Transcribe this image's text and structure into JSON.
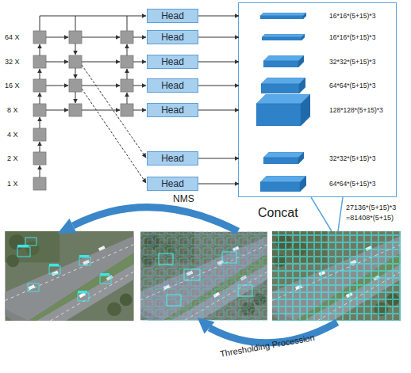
{
  "diagram": {
    "nodes": [
      {
        "text": [
          "Head"
        ]
      },
      {
        "text": [
          "Head"
        ]
      },
      {
        "text": [
          "Head"
        ]
      },
      {
        "text": [
          "Head"
        ]
      },
      {
        "text": [
          "Head"
        ]
      },
      {
        "text": [
          "Head"
        ]
      },
      {
        "text": [
          "Head"
        ]
      },
      {
        "text": [
          "Concat"
        ]
      },
      {
        "text": [
          "16*16*(5+15)*3"
        ],
        "in": 7
      },
      {
        "text": [
          "16*16*(5+15)*3"
        ],
        "in": 7
      },
      {
        "text": [
          "32*32*(5+15)*3"
        ],
        "in": 7
      },
      {
        "text": [
          "64*64*(5+15)*3"
        ],
        "in": 7
      },
      {
        "text": [
          "128*128*(5+15)*3"
        ],
        "in": 7
      },
      {
        "text": [
          "32*32*(5+15)*3"
        ],
        "in": 7
      },
      {
        "text": [
          "64*64*(5+15)*3"
        ],
        "in": 7
      }
    ],
    "edges": [
      {
        "from": 0,
        "to": 8,
        "arrow": "to"
      },
      {
        "from": 1,
        "to": 9,
        "arrow": "to"
      },
      {
        "from": 2,
        "to": 10,
        "arrow": "to"
      },
      {
        "from": 3,
        "to": 11,
        "arrow": "to"
      },
      {
        "from": 4,
        "to": 12,
        "arrow": "to"
      },
      {
        "from": 5,
        "to": 13,
        "arrow": "to"
      },
      {
        "from": 6,
        "to": 14,
        "arrow": "to"
      }
    ],
    "labels": [
      "64 X",
      "32 X",
      "16 X",
      "8 X",
      "4 X",
      "2 X",
      "1 X",
      "27136*(5+15)*3 =81408*(5+15)",
      "NMS",
      "Thresholding Procession"
    ]
  }
}
